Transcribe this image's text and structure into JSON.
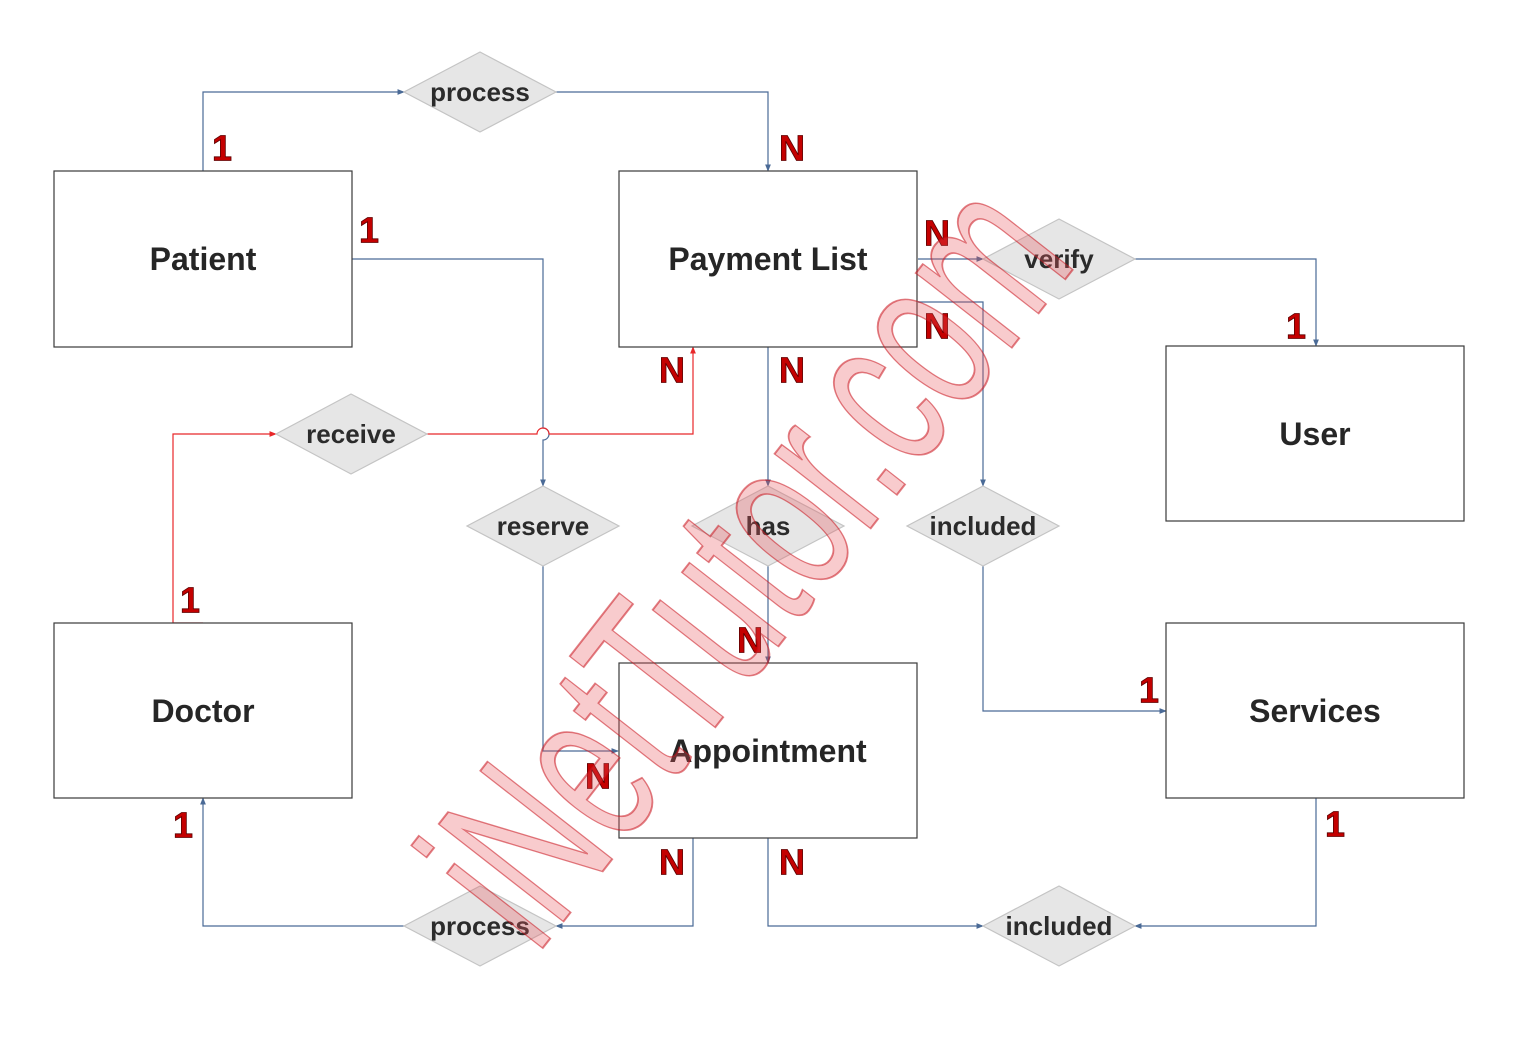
{
  "entities": {
    "patient": "Patient",
    "payment_list": "Payment List",
    "user": "User",
    "doctor": "Doctor",
    "appointment": "Appointment",
    "services": "Services"
  },
  "relationships": {
    "process_top": "process",
    "verify": "verify",
    "receive": "receive",
    "reserve": "reserve",
    "has": "has",
    "included_mid": "included",
    "process_bottom": "process",
    "included_bottom": "included"
  },
  "cardinalities": {
    "patient_process": "1",
    "payment_process": "N",
    "patient_reserve": "1",
    "payment_verify": "N",
    "payment_included": "N",
    "user_verify": "1",
    "payment_receive": "N",
    "payment_has": "N",
    "doctor_receive": "1",
    "appointment_has": "N",
    "services_included_mid": "1",
    "appointment_reserve": "N",
    "doctor_process": "1",
    "appointment_process": "N",
    "appointment_included": "N",
    "services_included_bottom": "1"
  },
  "watermark": "iNetTutor.com",
  "colors": {
    "connector": "#4a6a96",
    "connector_highlight": "#e8272a",
    "cardinality": "#c40000",
    "relationship_fill": "#e6e6e6"
  }
}
